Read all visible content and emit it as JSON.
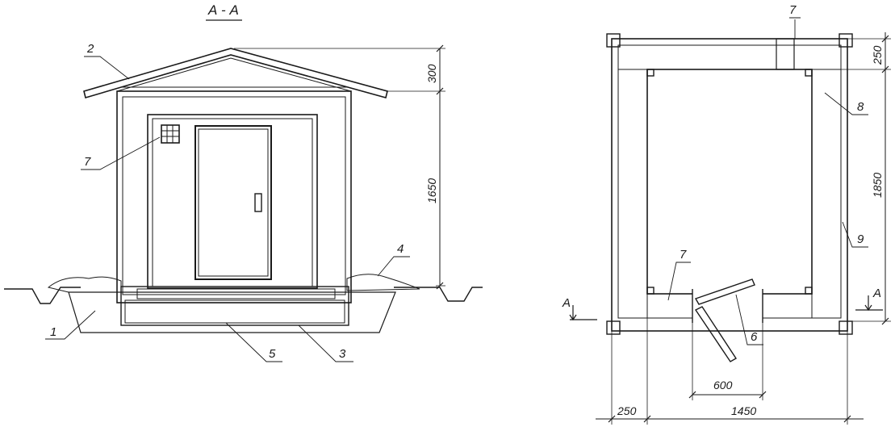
{
  "section_title": "А - А",
  "section_marker": "А",
  "callouts": {
    "c1": "1",
    "c2": "2",
    "c3": "3",
    "c4": "4",
    "c5": "5",
    "c6": "6",
    "c7a": "7",
    "c7b": "7",
    "c7c": "7",
    "c8": "8",
    "c9": "9"
  },
  "dimensions": {
    "roof_height": "300",
    "wall_height": "1650",
    "top_wall": "250",
    "plan_depth": "1850",
    "door_width": "600",
    "wall_thickness": "250",
    "plan_width": "1450"
  },
  "colors": {
    "ink": "#1a1a1a",
    "fill": "#efefef",
    "paper": "#ffffff"
  }
}
